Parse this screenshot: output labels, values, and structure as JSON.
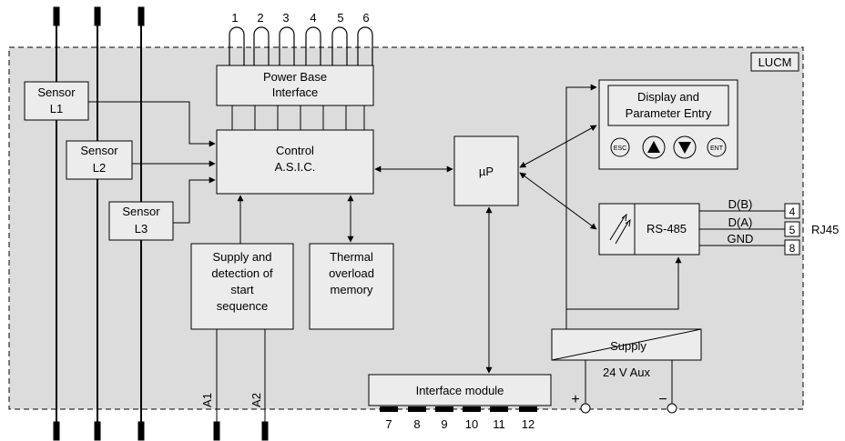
{
  "terminals_top": [
    "1",
    "2",
    "3",
    "4",
    "5",
    "6"
  ],
  "module_label": "LUCM",
  "sensors": [
    {
      "line1": "Sensor",
      "line2": "L1"
    },
    {
      "line1": "Sensor",
      "line2": "L2"
    },
    {
      "line1": "Sensor",
      "line2": "L3"
    }
  ],
  "power_base": {
    "line1": "Power Base",
    "line2": "Interface"
  },
  "control": {
    "line1": "Control",
    "line2": "A.S.I.C."
  },
  "micro": "µP",
  "display": {
    "line1": "Display and",
    "line2": "Parameter Entry"
  },
  "buttons": {
    "esc": "ESC",
    "up": "up-arrow",
    "down": "down-arrow",
    "ent": "ENT"
  },
  "rs485": {
    "label": "RS-485",
    "lines": [
      "D(B)",
      "D(A)",
      "GND"
    ],
    "pins": [
      "4",
      "5",
      "8"
    ],
    "connector": "RJ45"
  },
  "supply_detection": [
    "Supply and",
    "detection of",
    "start",
    "sequence"
  ],
  "thermal": [
    "Thermal",
    "overload",
    "memory"
  ],
  "supply": {
    "label": "Supply",
    "voltage": "24 V Aux",
    "plus": "+",
    "minus": "−"
  },
  "interface_module": {
    "label": "Interface module",
    "terminals": [
      "7",
      "8",
      "9",
      "10",
      "11",
      "12"
    ]
  },
  "inputs": [
    "A1",
    "A2"
  ],
  "colors": {
    "panel": "#dcdcdc",
    "box": "#ececec",
    "line": "#000000"
  }
}
